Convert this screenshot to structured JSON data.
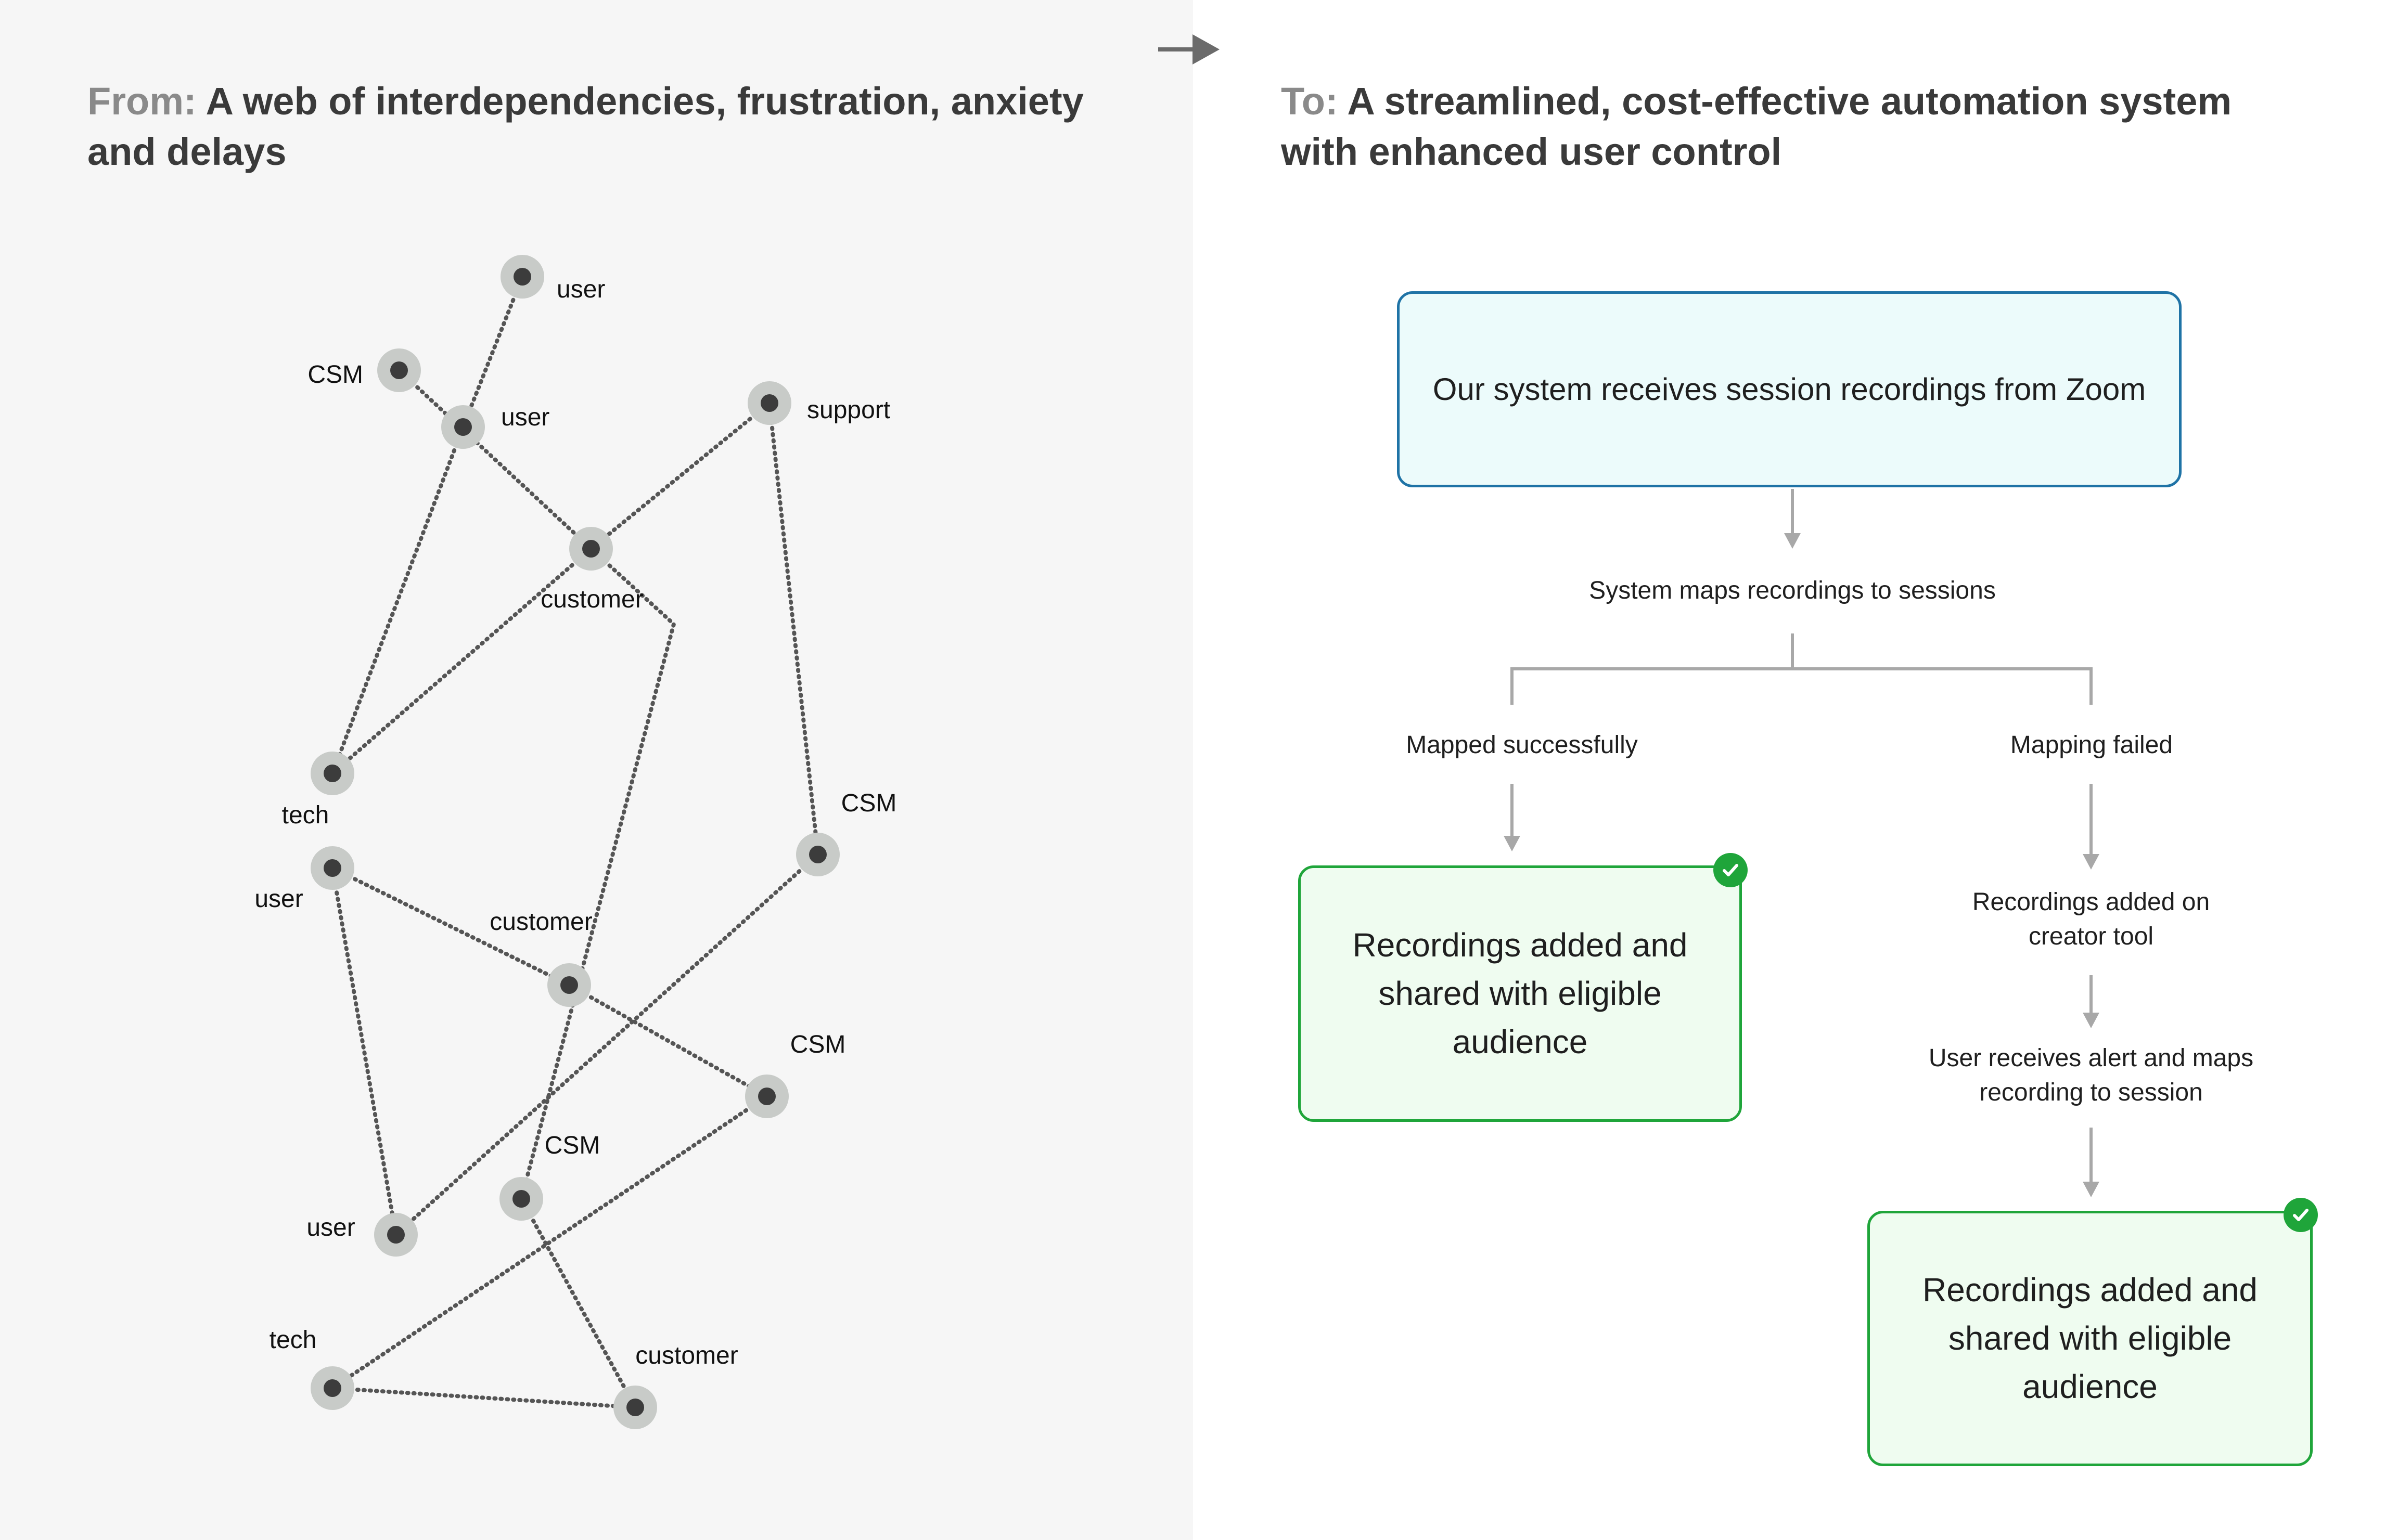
{
  "left_panel": {
    "heading_prefix": "From:",
    "heading_text": "A web of interdependencies, frustration, anxiety and delays",
    "network": {
      "nodes": [
        {
          "id": "n1",
          "label": "user"
        },
        {
          "id": "n2",
          "label": "CSM"
        },
        {
          "id": "n3",
          "label": "user"
        },
        {
          "id": "n4",
          "label": "support"
        },
        {
          "id": "n5",
          "label": "customer"
        },
        {
          "id": "n6",
          "label": "tech"
        },
        {
          "id": "n7",
          "label": "CSM"
        },
        {
          "id": "n8",
          "label": "user"
        },
        {
          "id": "n9",
          "label": "customer"
        },
        {
          "id": "n10",
          "label": "CSM"
        },
        {
          "id": "n11",
          "label": "CSM"
        },
        {
          "id": "n12",
          "label": "user"
        },
        {
          "id": "n13",
          "label": "tech"
        },
        {
          "id": "n14",
          "label": "customer"
        }
      ],
      "edges": [
        [
          "n1",
          "n3"
        ],
        [
          "n2",
          "n5"
        ],
        [
          "n3",
          "n6"
        ],
        [
          "n4",
          "n5"
        ],
        [
          "n5",
          "n6"
        ],
        [
          "n5",
          "n11"
        ],
        [
          "n4",
          "n7"
        ],
        [
          "n8",
          "n10"
        ],
        [
          "n8",
          "n12"
        ],
        [
          "n7",
          "n12"
        ],
        [
          "n10",
          "n13"
        ],
        [
          "n13",
          "n14"
        ],
        [
          "n11",
          "n14"
        ]
      ]
    }
  },
  "right_panel": {
    "heading_prefix": "To:",
    "heading_text": "A streamlined, cost-effective automation system with enhanced user control",
    "flow": {
      "start_box": "Our system receives session recordings from Zoom",
      "step_map": "System maps recordings to sessions",
      "branch_success": "Mapped successfully",
      "branch_failed": "Mapping failed",
      "success_box_left": "Recordings added and shared with eligible audience",
      "fail_step_1": "Recordings added on creator tool",
      "fail_step_2": "User receives alert and maps recording to session",
      "success_box_right": "Recordings added and shared with eligible audience"
    }
  },
  "colors": {
    "left_background": "#f6f6f6",
    "start_box_fill": "#ecfbfb",
    "start_box_border": "#1f73a6",
    "success_fill": "#effcf0",
    "success_border": "#1fa53a",
    "edge_color": "#555555",
    "connector_color": "#a8a8a8"
  },
  "icons": {
    "transition": "arrow-right-icon",
    "success": "check-circle-icon"
  }
}
